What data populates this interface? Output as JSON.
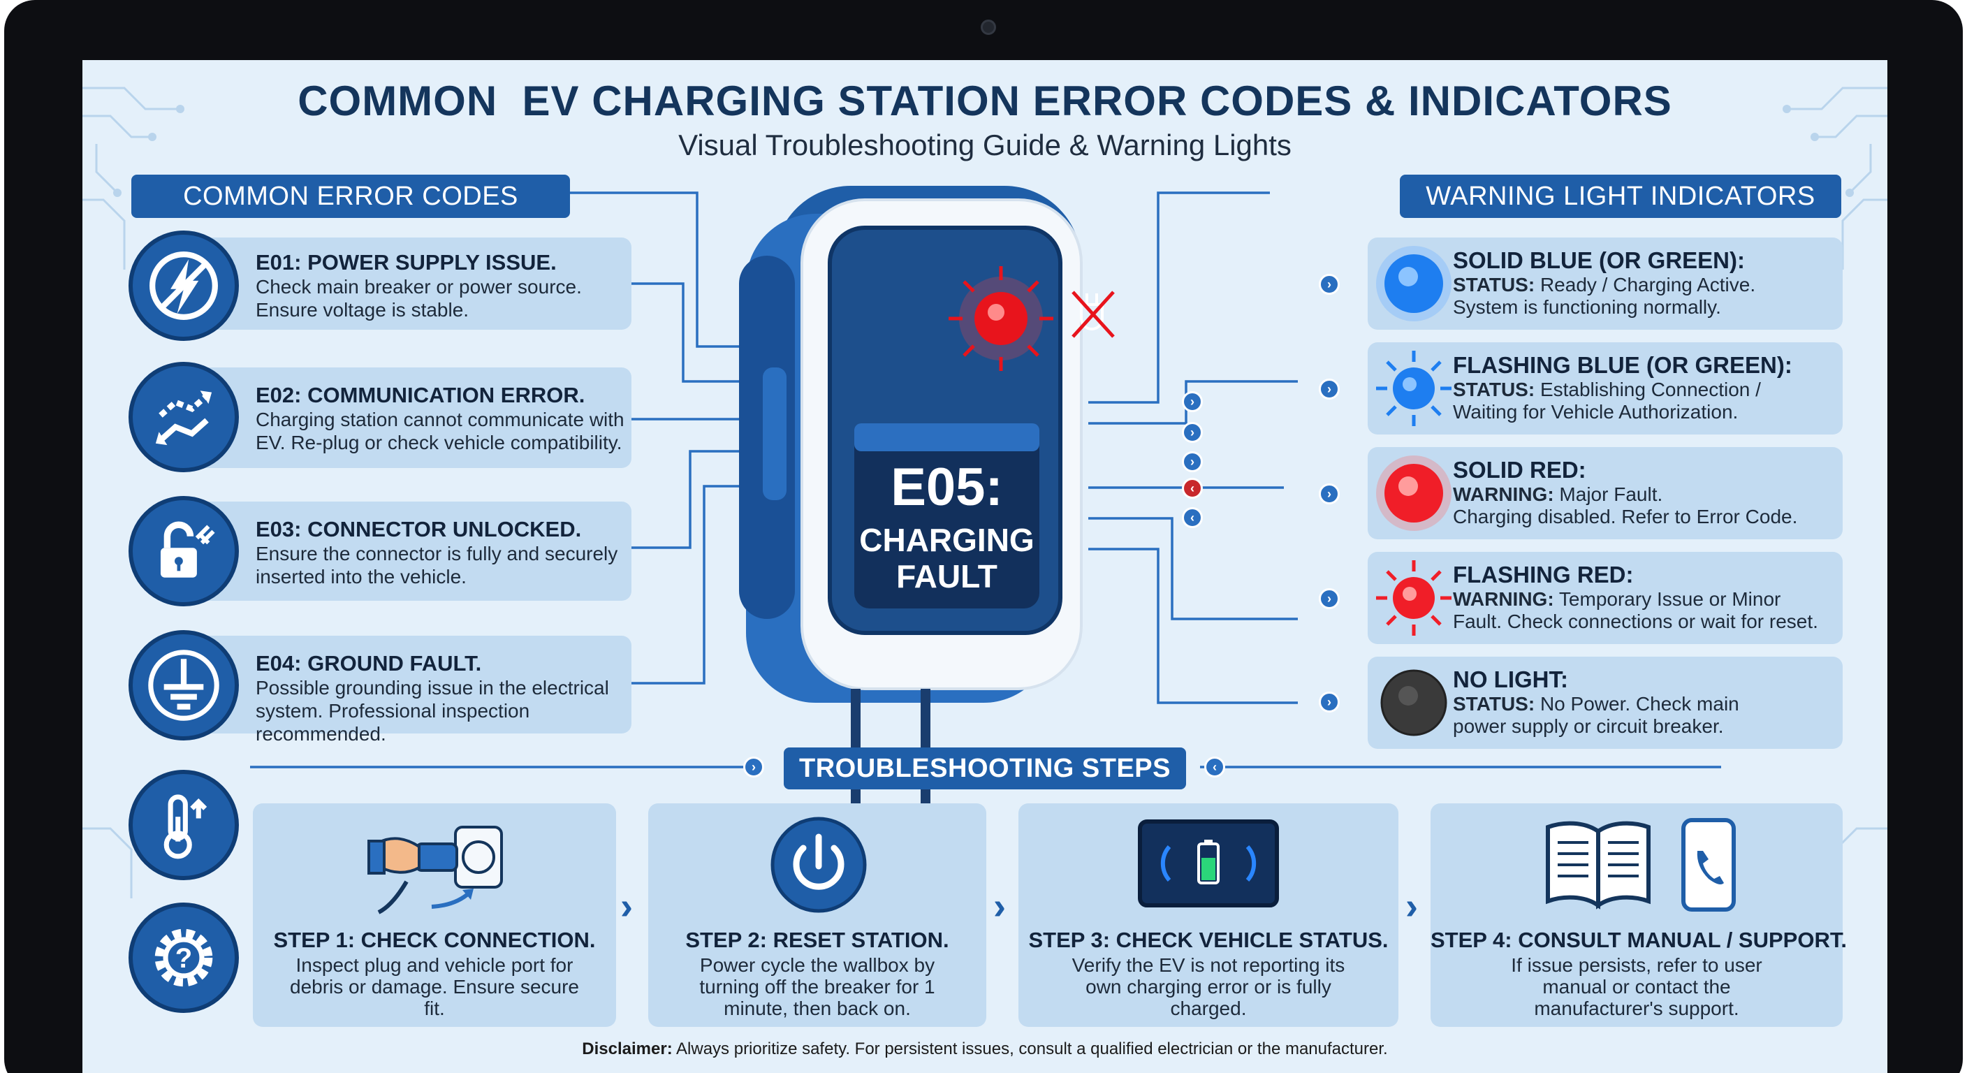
{
  "header": {
    "title": "COMMON  EV CHARGING STATION ERROR CODES & INDICATORS",
    "subtitle": "Visual Troubleshooting Guide & Warning Lights"
  },
  "error_codes": {
    "heading": "COMMON ERROR CODES",
    "items": [
      {
        "code": "E01: POWER SUPPLY ISSUE.",
        "line1": "Check main breaker or power source.",
        "line2": "Ensure voltage is stable.",
        "icon": "lightning-bolt-icon"
      },
      {
        "code": "E02: COMMUNICATION ERROR.",
        "line1": "Charging station cannot communicate with",
        "line2": "EV. Re-plug or check vehicle compatibility.",
        "icon": "communication-arrows-icon"
      },
      {
        "code": "E03: CONNECTOR UNLOCKED.",
        "line1": "Ensure the connector is fully and securely",
        "line2": "inserted into the vehicle.",
        "icon": "unlocked-padlock-icon"
      },
      {
        "code": "E04: GROUND FAULT.",
        "line1": "Possible grounding issue in the electrical",
        "line2": "system. Professional inspection recommended.",
        "icon": "ground-symbol-icon"
      }
    ],
    "extra_icons": [
      "thermometer-icon",
      "gear-question-icon"
    ]
  },
  "charger_display": {
    "code": "E05:",
    "line1": "CHARGING",
    "line2": "FAULT",
    "status_light": "red",
    "icons": [
      "red-fault-light-icon",
      "plug-fault-icon"
    ]
  },
  "warning_lights": {
    "heading": "WARNING LIGHT INDICATORS",
    "items": [
      {
        "title": "SOLID BLUE (OR GREEN):",
        "label": "STATUS:",
        "line1": " Ready / Charging Active.",
        "line2": "System is functioning normally.",
        "color": "#1e7ef0",
        "style": "solid"
      },
      {
        "title": "FLASHING BLUE (OR GREEN):",
        "label": "STATUS:",
        "line1": " Establishing Connection /",
        "line2": "Waiting for Vehicle Authorization.",
        "color": "#1e7ef0",
        "style": "flashing"
      },
      {
        "title": "SOLID RED:",
        "label": "WARNING:",
        "line1": " Major Fault.",
        "line2": "Charging disabled. Refer to Error Code.",
        "color": "#f01e28",
        "style": "solid"
      },
      {
        "title": "FLASHING RED:",
        "label": "WARNING:",
        "line1": " Temporary Issue or Minor",
        "line2": "Fault. Check connections or wait for reset.",
        "color": "#f01e28",
        "style": "flashing"
      },
      {
        "title": "NO LIGHT:",
        "label": "STATUS:",
        "line1": " No Power. Check main",
        "line2": "power supply or circuit breaker.",
        "color": "#3a3a3a",
        "style": "off"
      }
    ]
  },
  "troubleshooting": {
    "heading": "TROUBLESHOOTING STEPS",
    "steps": [
      {
        "title": "STEP 1: CHECK CONNECTION.",
        "lines": [
          "Inspect plug and vehicle port for",
          "debris or damage. Ensure secure",
          "fit."
        ],
        "icon": "hand-plug-socket-icon"
      },
      {
        "title": "STEP 2: RESET STATION.",
        "lines": [
          "Power cycle the wallbox by",
          "turning off the breaker for 1",
          "minute, then back on."
        ],
        "icon": "power-button-icon"
      },
      {
        "title": "STEP 3: CHECK VEHICLE STATUS.",
        "lines": [
          "Verify the EV is not reporting its",
          "own charging error or is fully",
          "charged."
        ],
        "icon": "dashboard-battery-icon"
      },
      {
        "title": "STEP 4: CONSULT MANUAL / SUPPORT.",
        "lines": [
          "If issue persists, refer to user",
          "manual or contact the",
          "manufacturer's support."
        ],
        "icon": "manual-phone-icon"
      }
    ]
  },
  "disclaimer": {
    "label": "Disclaimer:",
    "text": " Always prioritize safety. For persistent issues, consult a qualified electrician or the manufacturer."
  },
  "colors": {
    "primary": "#1f5ea8",
    "dark_navy": "#14355c",
    "background": "#e4f0fa",
    "card": "#c2dbf1",
    "red_light": "#f01e28",
    "blue_light": "#1e7ef0"
  }
}
